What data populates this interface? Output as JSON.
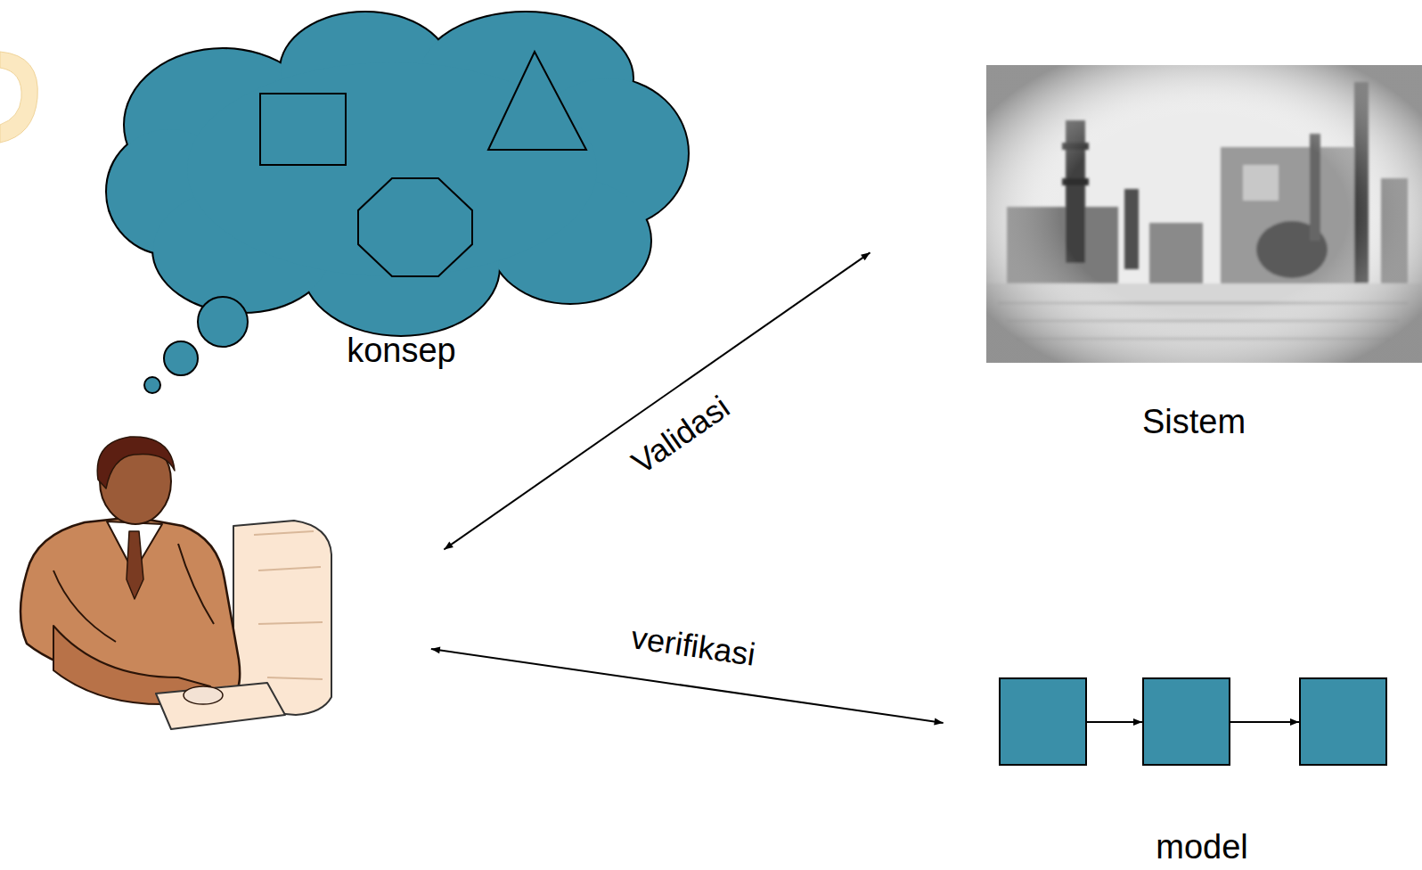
{
  "diagram": {
    "nodes": [
      {
        "text": [
          "konsep"
        ]
      },
      {
        "text": []
      },
      {
        "text": [
          "Sistem"
        ]
      },
      {
        "text": [
          "model"
        ]
      }
    ],
    "edges": [
      {
        "from": 1,
        "to": 2,
        "label": "Validasi",
        "arrow": "both"
      },
      {
        "from": 1,
        "to": 3,
        "label": "verifikasi",
        "arrow": "both"
      }
    ]
  }
}
